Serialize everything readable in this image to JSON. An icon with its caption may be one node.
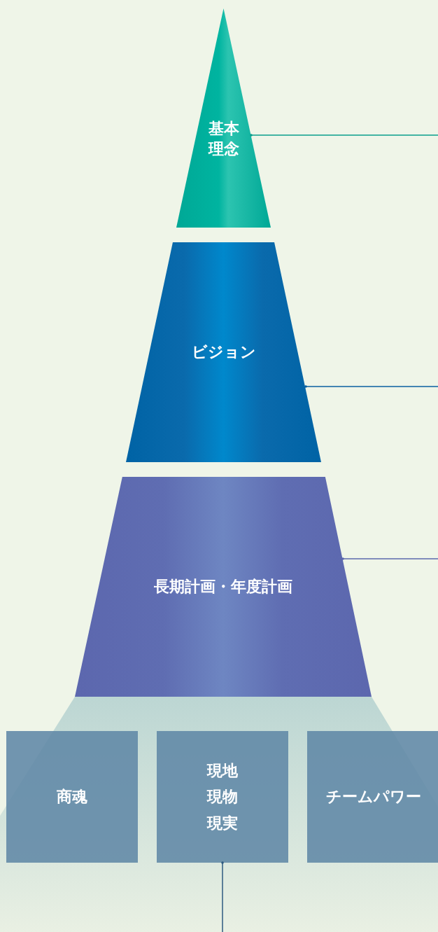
{
  "diagram": {
    "nodes": [
      {
        "text": [
          "基本理念"
        ]
      },
      {
        "text": [
          "ビジョン"
        ]
      },
      {
        "text": [
          "長期計画・年度計画"
        ]
      },
      {
        "text": [
          "商魂"
        ]
      },
      {
        "text": [
          "現地現物現実"
        ]
      },
      {
        "text": [
          "チームパワー"
        ]
      }
    ],
    "edges": [
      {
        "from": 0,
        "to": null,
        "arrow": "other",
        "color": "#0a9e8c"
      },
      {
        "from": 1,
        "to": null,
        "arrow": "other",
        "color": "#0a5fa0"
      },
      {
        "from": 2,
        "to": null,
        "arrow": "other",
        "color": "#5b67ad"
      },
      {
        "from": 4,
        "to": null,
        "arrow": "other",
        "color": "#2e5a80"
      }
    ]
  }
}
